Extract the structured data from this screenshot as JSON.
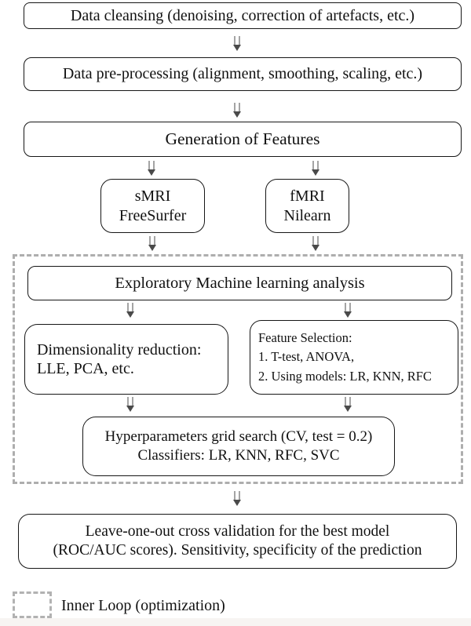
{
  "flow": {
    "box_data_cleansing": "Data cleansing (denoising, correction of artefacts, etc.)",
    "box_preprocessing": "Data pre-processing (alignment, smoothing, scaling, etc.)",
    "box_generation": "Generation of Features",
    "box_smri": {
      "line1": "sMRI",
      "line2": "FreeSurfer"
    },
    "box_fmri": {
      "line1": "fMRI",
      "line2": "Nilearn"
    },
    "box_exploratory": "Exploratory Machine learning analysis",
    "box_dimred": {
      "line1": "Dimensionality reduction:",
      "line2": "LLE, PCA, etc."
    },
    "box_featsel": {
      "line1": "Feature Selection:",
      "line2": "1. T-test, ANOVA,",
      "line3": "2. Using models: LR, KNN, RFC"
    },
    "box_hyper": {
      "line1": "Hyperparameters grid search (CV, test = 0.2)",
      "line2": "Classifiers: LR, KNN, RFC, SVC"
    },
    "box_loocv": {
      "line1": "Leave-one-out cross validation for the best model",
      "line2": "(ROC/AUC scores). Sensitivity, specificity of the prediction"
    }
  },
  "legend": {
    "label": "Inner Loop (optimization)"
  },
  "colors": {
    "box_border": "#161616",
    "dashed_border": "#aeaeae",
    "arrow": "#4a4a4a",
    "text": "#111111",
    "background": "#ffffff"
  }
}
